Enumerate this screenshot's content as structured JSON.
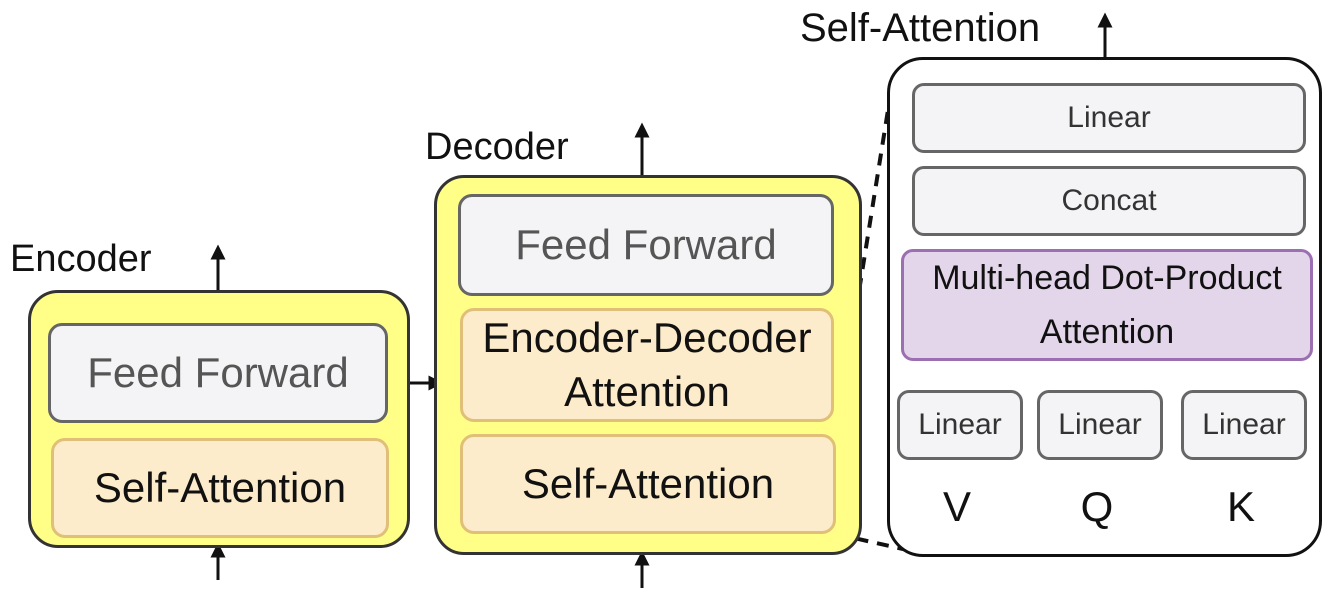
{
  "encoder": {
    "title": "Encoder",
    "feed_forward": "Feed Forward",
    "self_attention": "Self-Attention"
  },
  "decoder": {
    "title": "Decoder",
    "feed_forward": "Feed Forward",
    "enc_dec_attention": "Encoder-Decoder Attention",
    "self_attention": "Self-Attention"
  },
  "detail": {
    "title": "Self-Attention",
    "linear_top": "Linear",
    "concat": "Concat",
    "multihead": "Multi-head Dot-Product Attention",
    "linear_v": "Linear",
    "linear_q": "Linear",
    "linear_k": "Linear",
    "input_v": "V",
    "input_q": "Q",
    "input_k": "K"
  },
  "colors": {
    "outer_fill": "#ffff88",
    "feed_forward_fill": "#f4f4f6",
    "attention_fill": "#fdeccb",
    "multihead_fill": "#e3d6ea",
    "multihead_border": "#9b6fb1"
  }
}
